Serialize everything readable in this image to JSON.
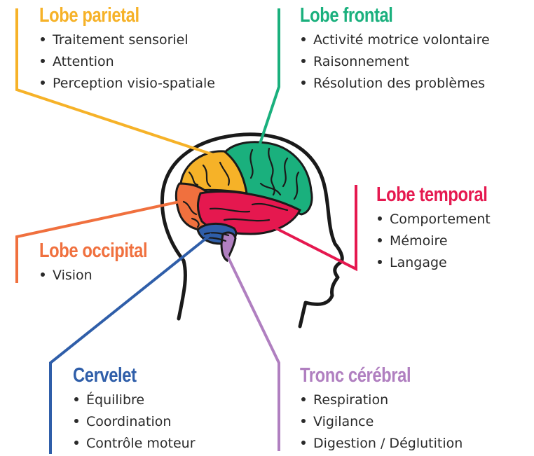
{
  "colors": {
    "parietal": "#f6b228",
    "frontal": "#1ab07d",
    "temporal": "#e5184f",
    "occipital": "#f0703e",
    "cervelet": "#2f5ea9",
    "tronc": "#b07fc0",
    "outline": "#1a1a1a",
    "text": "#2a2a2a"
  },
  "lobes": {
    "parietal": {
      "title": "Lobe parietal",
      "items": [
        "Traitement sensoriel",
        "Attention",
        "Perception visio-spatiale"
      ]
    },
    "frontal": {
      "title": "Lobe frontal",
      "items": [
        "Activité motrice volontaire",
        "Raisonnement",
        "Résolution des problèmes"
      ]
    },
    "temporal": {
      "title": "Lobe temporal",
      "items": [
        "Comportement",
        "Mémoire",
        "Langage"
      ]
    },
    "occipital": {
      "title": "Lobe occipital",
      "items": [
        "Vision"
      ]
    },
    "cervelet": {
      "title": "Cervelet",
      "items": [
        "Équilibre",
        "Coordination",
        "Contrôle moteur"
      ]
    },
    "tronc": {
      "title": "Tronc cérébral",
      "items": [
        "Respiration",
        "Vigilance",
        "Digestion / Déglutition"
      ]
    }
  }
}
